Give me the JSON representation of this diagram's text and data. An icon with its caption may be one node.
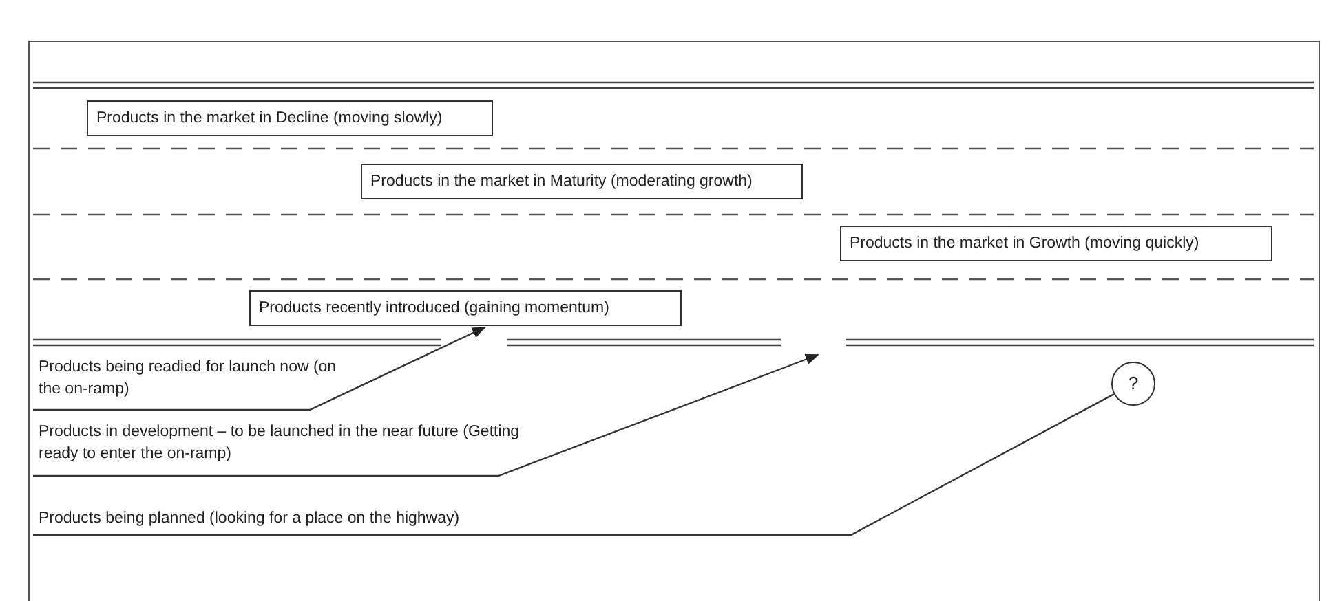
{
  "diagram": {
    "nodes": [
      {
        "text": [
          "Products in the market in Decline (moving slowly)"
        ]
      },
      {
        "text": [
          "Products in the market in Maturity (moderating growth)"
        ]
      },
      {
        "text": [
          "Products in the market in Growth (moving quickly)"
        ]
      },
      {
        "text": [
          "Products recently introduced (gaining momentum)"
        ]
      },
      {
        "text": [
          "Products being readied for launch now (on the on-ramp)"
        ]
      },
      {
        "text": [
          "Products in development – to be launched in the near future (Getting ready to enter the on-ramp)"
        ]
      },
      {
        "text": [
          "Products being planned (looking for a place on the highway)"
        ]
      },
      {
        "text": [
          "?"
        ]
      }
    ],
    "edges": [
      {
        "from": 4,
        "to": 3,
        "arrow": "to"
      },
      {
        "from": 5,
        "to": null,
        "arrow": "to"
      },
      {
        "from": 6,
        "to": 7,
        "arrow": "none"
      }
    ]
  }
}
